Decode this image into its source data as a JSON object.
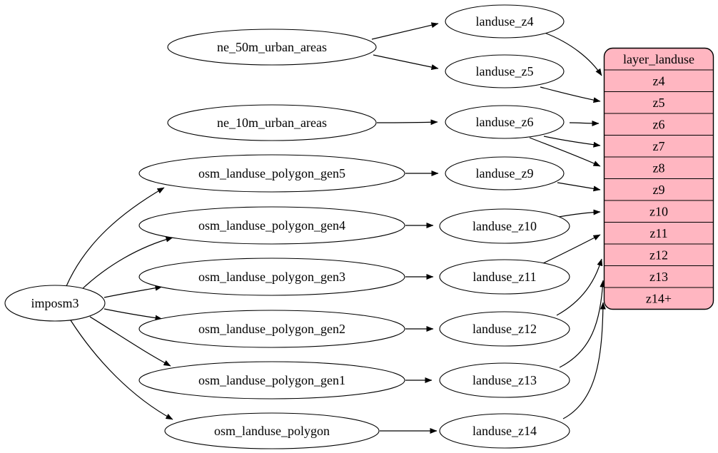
{
  "diagram": {
    "type": "graphviz-dependency-graph",
    "background": "#ffffff",
    "node_fill": "#ffffff",
    "edge_color": "#000000",
    "nodes": {
      "imposm3": {
        "label": "imposm3"
      },
      "ne_50m_urban_areas": {
        "label": "ne_50m_urban_areas"
      },
      "ne_10m_urban_areas": {
        "label": "ne_10m_urban_areas"
      },
      "osm_landuse_polygon_gen5": {
        "label": "osm_landuse_polygon_gen5"
      },
      "osm_landuse_polygon_gen4": {
        "label": "osm_landuse_polygon_gen4"
      },
      "osm_landuse_polygon_gen3": {
        "label": "osm_landuse_polygon_gen3"
      },
      "osm_landuse_polygon_gen2": {
        "label": "osm_landuse_polygon_gen2"
      },
      "osm_landuse_polygon_gen1": {
        "label": "osm_landuse_polygon_gen1"
      },
      "osm_landuse_polygon": {
        "label": "osm_landuse_polygon"
      },
      "landuse_z4": {
        "label": "landuse_z4"
      },
      "landuse_z5": {
        "label": "landuse_z5"
      },
      "landuse_z6": {
        "label": "landuse_z6"
      },
      "landuse_z9": {
        "label": "landuse_z9"
      },
      "landuse_z10": {
        "label": "landuse_z10"
      },
      "landuse_z11": {
        "label": "landuse_z11"
      },
      "landuse_z12": {
        "label": "landuse_z12"
      },
      "landuse_z13": {
        "label": "landuse_z13"
      },
      "landuse_z14": {
        "label": "landuse_z14"
      }
    },
    "table": {
      "title": "layer_landuse",
      "fill": "#ffb6c1",
      "rows": [
        "z4",
        "z5",
        "z6",
        "z7",
        "z8",
        "z9",
        "z10",
        "z11",
        "z12",
        "z13",
        "z14+"
      ]
    },
    "edges": [
      {
        "from": "ne_50m_urban_areas",
        "to": "landuse_z4"
      },
      {
        "from": "ne_50m_urban_areas",
        "to": "landuse_z5"
      },
      {
        "from": "ne_10m_urban_areas",
        "to": "landuse_z6"
      },
      {
        "from": "imposm3",
        "to": "osm_landuse_polygon_gen5"
      },
      {
        "from": "imposm3",
        "to": "osm_landuse_polygon_gen4"
      },
      {
        "from": "imposm3",
        "to": "osm_landuse_polygon_gen3"
      },
      {
        "from": "imposm3",
        "to": "osm_landuse_polygon_gen2"
      },
      {
        "from": "imposm3",
        "to": "osm_landuse_polygon_gen1"
      },
      {
        "from": "imposm3",
        "to": "osm_landuse_polygon"
      },
      {
        "from": "osm_landuse_polygon_gen5",
        "to": "landuse_z9"
      },
      {
        "from": "osm_landuse_polygon_gen4",
        "to": "landuse_z10"
      },
      {
        "from": "osm_landuse_polygon_gen3",
        "to": "landuse_z11"
      },
      {
        "from": "osm_landuse_polygon_gen2",
        "to": "landuse_z12"
      },
      {
        "from": "osm_landuse_polygon_gen1",
        "to": "landuse_z13"
      },
      {
        "from": "osm_landuse_polygon",
        "to": "landuse_z14"
      },
      {
        "from": "landuse_z4",
        "to": "layer_landuse:z4"
      },
      {
        "from": "landuse_z5",
        "to": "layer_landuse:z5"
      },
      {
        "from": "landuse_z6",
        "to": "layer_landuse:z6"
      },
      {
        "from": "landuse_z6",
        "to": "layer_landuse:z7"
      },
      {
        "from": "landuse_z6",
        "to": "layer_landuse:z8"
      },
      {
        "from": "landuse_z9",
        "to": "layer_landuse:z9"
      },
      {
        "from": "landuse_z10",
        "to": "layer_landuse:z10"
      },
      {
        "from": "landuse_z11",
        "to": "layer_landuse:z11"
      },
      {
        "from": "landuse_z12",
        "to": "layer_landuse:z12"
      },
      {
        "from": "landuse_z13",
        "to": "layer_landuse:z13"
      },
      {
        "from": "landuse_z14",
        "to": "layer_landuse:z14+"
      }
    ]
  }
}
